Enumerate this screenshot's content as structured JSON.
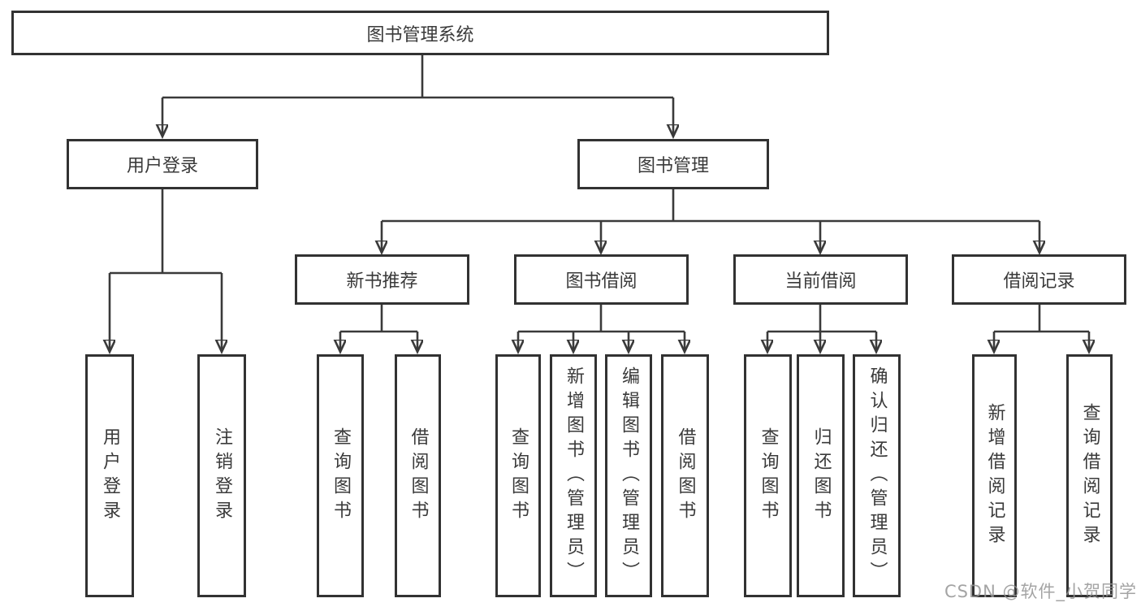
{
  "colors": {
    "background": "#ffffff",
    "line": "#3a3a3a",
    "box_border": "#323232",
    "text": "#3a3a3a",
    "watermark": "#949494"
  },
  "nodes": {
    "root": {
      "label": "图书管理系统"
    },
    "user_login": {
      "label": "用户登录"
    },
    "book_mgmt": {
      "label": "图书管理"
    },
    "new_book_rec": {
      "label": "新书推荐"
    },
    "book_borrow": {
      "label": "图书借阅"
    },
    "current_borrow": {
      "label": "当前借阅"
    },
    "borrow_record": {
      "label": "借阅记录"
    },
    "leaf_user_login": {
      "label": "用户登录"
    },
    "leaf_logout": {
      "label": "注销登录"
    },
    "leaf_nbr_query": {
      "label": "查询图书"
    },
    "leaf_nbr_borrow": {
      "label": "借阅图书"
    },
    "leaf_bb_query": {
      "label": "查询图书"
    },
    "leaf_bb_add": {
      "label": "新增图书（管理员）"
    },
    "leaf_bb_edit": {
      "label": "编辑图书（管理员）"
    },
    "leaf_bb_borrow": {
      "label": "借阅图书"
    },
    "leaf_cb_query": {
      "label": "查询图书"
    },
    "leaf_cb_return": {
      "label": "归还图书"
    },
    "leaf_cb_confirm": {
      "label": "确认归还（管理员）"
    },
    "leaf_br_add": {
      "label": "新增借阅记录"
    },
    "leaf_br_query": {
      "label": "查询借阅记录"
    }
  },
  "hierarchy": {
    "图书管理系统": [
      "用户登录",
      "图书管理"
    ],
    "用户登录": [
      "用户登录",
      "注销登录"
    ],
    "图书管理": [
      "新书推荐",
      "图书借阅",
      "当前借阅",
      "借阅记录"
    ],
    "新书推荐": [
      "查询图书",
      "借阅图书"
    ],
    "图书借阅": [
      "查询图书",
      "新增图书（管理员）",
      "编辑图书（管理员）",
      "借阅图书"
    ],
    "当前借阅": [
      "查询图书",
      "归还图书",
      "确认归还（管理员）"
    ],
    "借阅记录": [
      "新增借阅记录",
      "查询借阅记录"
    ]
  },
  "watermark": {
    "text": "CSDN @软件_小贺同学"
  }
}
